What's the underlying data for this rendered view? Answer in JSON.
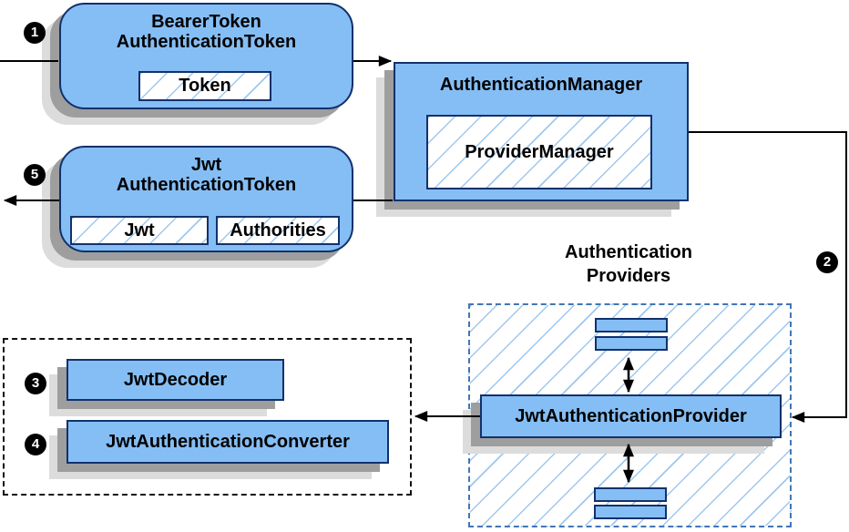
{
  "diagram": {
    "colors": {
      "box_fill": "#85BEF5",
      "box_border": "#12316B",
      "hatch_line": "#9EC7EF",
      "shadow_dark": "#9E9E9E",
      "shadow_light": "#DCDCDC",
      "dashed_group_border": "#4176B5",
      "dotted_group_border": "#111111",
      "arrow": "#000000",
      "badge_bg": "#000000",
      "badge_fg": "#FFFFFF"
    },
    "badges": {
      "step1": "1",
      "step2": "2",
      "step3": "3",
      "step4": "4",
      "step5": "5"
    },
    "nodes": {
      "bearer_token": {
        "title_line1": "BearerToken",
        "title_line2": "AuthenticationToken",
        "field_token": "Token"
      },
      "jwt_token": {
        "title_line1": "Jwt",
        "title_line2": "AuthenticationToken",
        "field_jwt": "Jwt",
        "field_authorities": "Authorities"
      },
      "auth_manager": {
        "title": "AuthenticationManager",
        "inner": "ProviderManager"
      },
      "providers_group": {
        "label_line1": "Authentication",
        "label_line2": "Providers"
      },
      "jwt_auth_provider": {
        "title": "JwtAuthenticationProvider"
      },
      "decoder_group": {
        "decoder": "JwtDecoder",
        "converter": "JwtAuthenticationConverter"
      }
    }
  }
}
